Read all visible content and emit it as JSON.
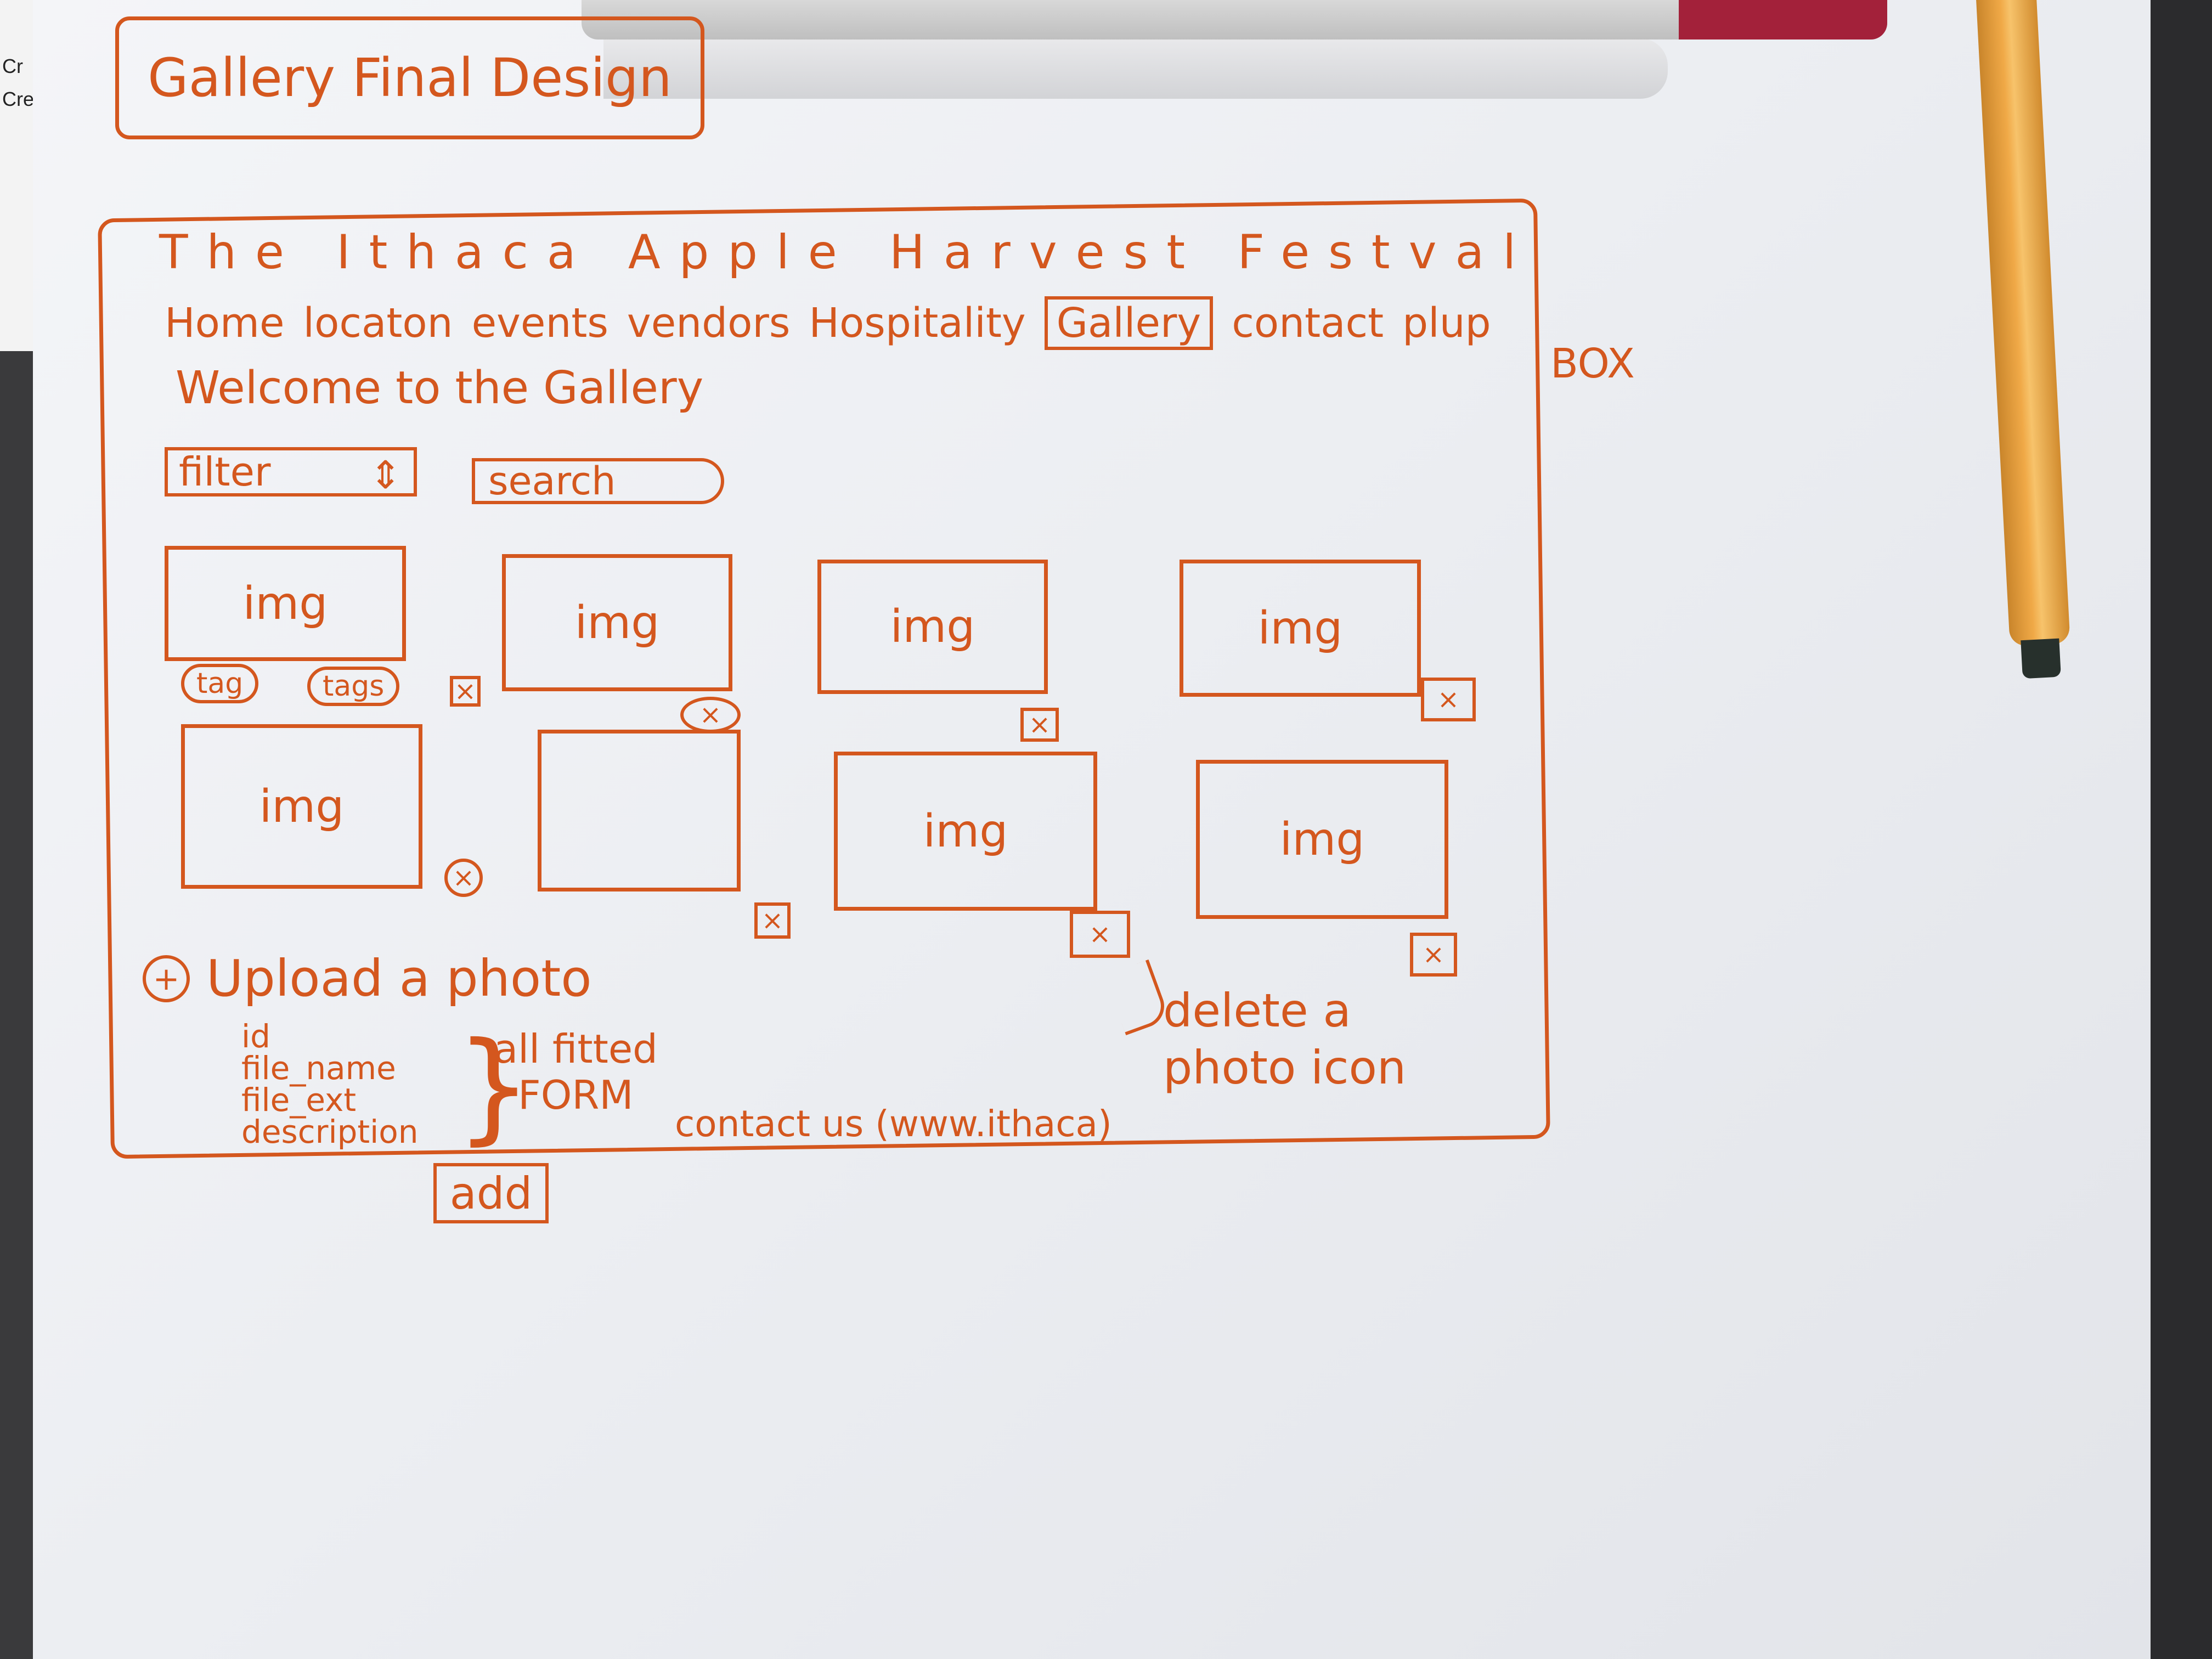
{
  "sheet_title": "Gallery Final Design",
  "header": {
    "site_title": "The Ithaca Apple Harvest Festval",
    "nav": [
      "Home",
      "locaton",
      "events",
      "vendors",
      "Hospitality",
      "Gallery",
      "contact"
    ],
    "nav_active": "Gallery",
    "popup_label": "plup",
    "popup_sub": "BOX"
  },
  "welcome": "Welcome to the Gallery",
  "controls": {
    "filter_label": "filter",
    "filter_arrow": "⇕",
    "search_label": "search"
  },
  "gallery": {
    "img_label": "img",
    "tags": [
      "tag",
      "tags"
    ],
    "delete_glyph": "×"
  },
  "upload": {
    "plus_glyph": "+",
    "label": "Upload a photo",
    "fields": [
      "id",
      "file_name",
      "file_ext",
      "description"
    ],
    "form_note_1": "all fitted",
    "form_note_2": "FORM",
    "add_label": "add"
  },
  "footer": "contact us (www.ithaca)",
  "annotation": {
    "line1": "delete a",
    "line2": "photo  icon"
  },
  "colors": {
    "ink": "#d4571e",
    "paper": "#eceef2"
  }
}
